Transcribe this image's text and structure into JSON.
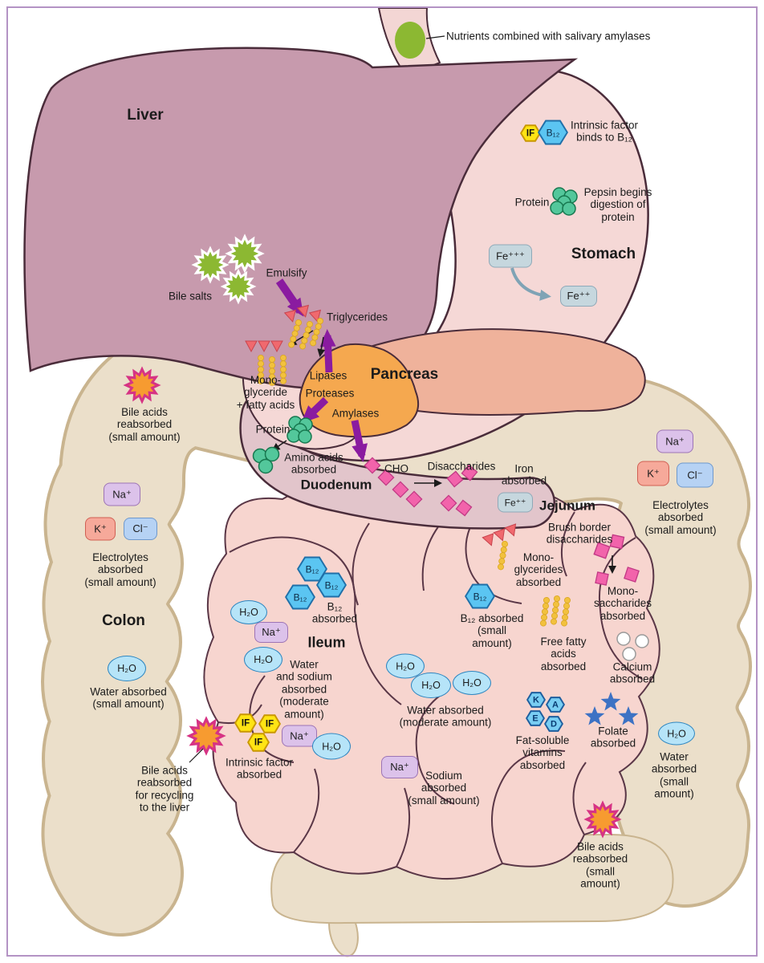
{
  "labels": {
    "nutrients": "Nutrients combined with salivary amylases",
    "intrinsic_binds": "Intrinsic factor\nbinds to B₁₂",
    "protein_stomach": "Protein",
    "pepsin": "Pepsin begins\ndigestion of\nprotein",
    "bile_salts": "Bile salts",
    "emulsify": "Emulsify",
    "triglycerides": "Triglycerides",
    "mono_glyceride": "Mono-\nglyceride\n+ fatty acids",
    "lipases": "Lipases",
    "proteases": "Proteases",
    "amylases": "Amylases",
    "protein_duodenum": "Protein",
    "amino_acids": "Amino acids\nabsorbed",
    "cho": "CHO",
    "disaccharides": "Disaccharides",
    "iron_absorbed": "Iron\nabsorbed",
    "brush_border": "Brush border\ndisaccharides",
    "mono_saccharides": "Mono-\nsaccharides\nabsorbed",
    "mono_glycerides_abs": "Mono-\nglycerides\nabsorbed",
    "free_fatty": "Free fatty\nacids\nabsorbed",
    "calcium": "Calcium\nabsorbed",
    "b12_small": "B₁₂ absorbed\n(small\namount)",
    "fat_soluble": "Fat-soluble\nvitamins\nabsorbed",
    "folate": "Folate\nabsorbed",
    "b12_abs": "B₁₂\nabsorbed",
    "water_sodium": "Water\nand sodium\nabsorbed\n(moderate\namount)",
    "intrinsic_abs": "Intrinsic factor\nabsorbed",
    "bile_recycling": "Bile acids\nreabsorbed\nfor recycling\nto the liver",
    "water_moderate": "Water absorbed\n(moderate amount)",
    "sodium_small": "Sodium\nabsorbed\n(small amount)",
    "bile_left": "Bile acids\nreabsorbed\n(small amount)",
    "electrolytes_left": "Electrolytes\nabsorbed\n(small amount)",
    "water_left": "Water absorbed\n(small amount)",
    "electrolytes_right": "Electrolytes\nabsorbed\n(small amount)",
    "water_right": "Water\nabsorbed\n(small\namount)",
    "bile_right": "Bile acids\nreabsorbed\n(small\namount)"
  },
  "organs": {
    "liver": "Liver",
    "stomach": "Stomach",
    "pancreas": "Pancreas",
    "duodenum": "Duodenum",
    "jejunum": "Jejunum",
    "ileum": "Ileum",
    "colon": "Colon"
  },
  "badges": {
    "fe3": "Fe⁺⁺⁺",
    "fe2": "Fe⁺⁺",
    "na": "Na⁺",
    "k": "K⁺",
    "cl": "Cl⁻",
    "h2o": "H₂O",
    "b12": "B₁₂",
    "if": "IF",
    "vit_k": "K",
    "vit_a": "A",
    "vit_e": "E",
    "vit_d": "D"
  },
  "colors": {
    "frame_border": "#b493c4",
    "liver": "#c79aad",
    "stomach": "#f5d8d6",
    "pancreas_head": "#f5a84f",
    "pancreas_body": "#efb29b",
    "small_intestine": "#f7d5cf",
    "colon": "#ebdfca",
    "duodenum_band": "#e2c5cb",
    "outline_dark": "#4a2c3a",
    "arrow_purple": "#8a1ba0",
    "bolus_green": "#8cb832",
    "bile_salt_green": "#8cb832",
    "bile_acid_orange": "#f79b30",
    "bile_acid_rim": "#d63384",
    "protein_teal": "#53c79b",
    "sugar_pink": "#f263ab",
    "triglyceride_red": "#f0696e",
    "fatty_chain_yellow": "#f2c13e",
    "folate_blue": "#3d72c4",
    "b12_blue": "#5bc5f2",
    "if_yellow": "#ffe414"
  }
}
